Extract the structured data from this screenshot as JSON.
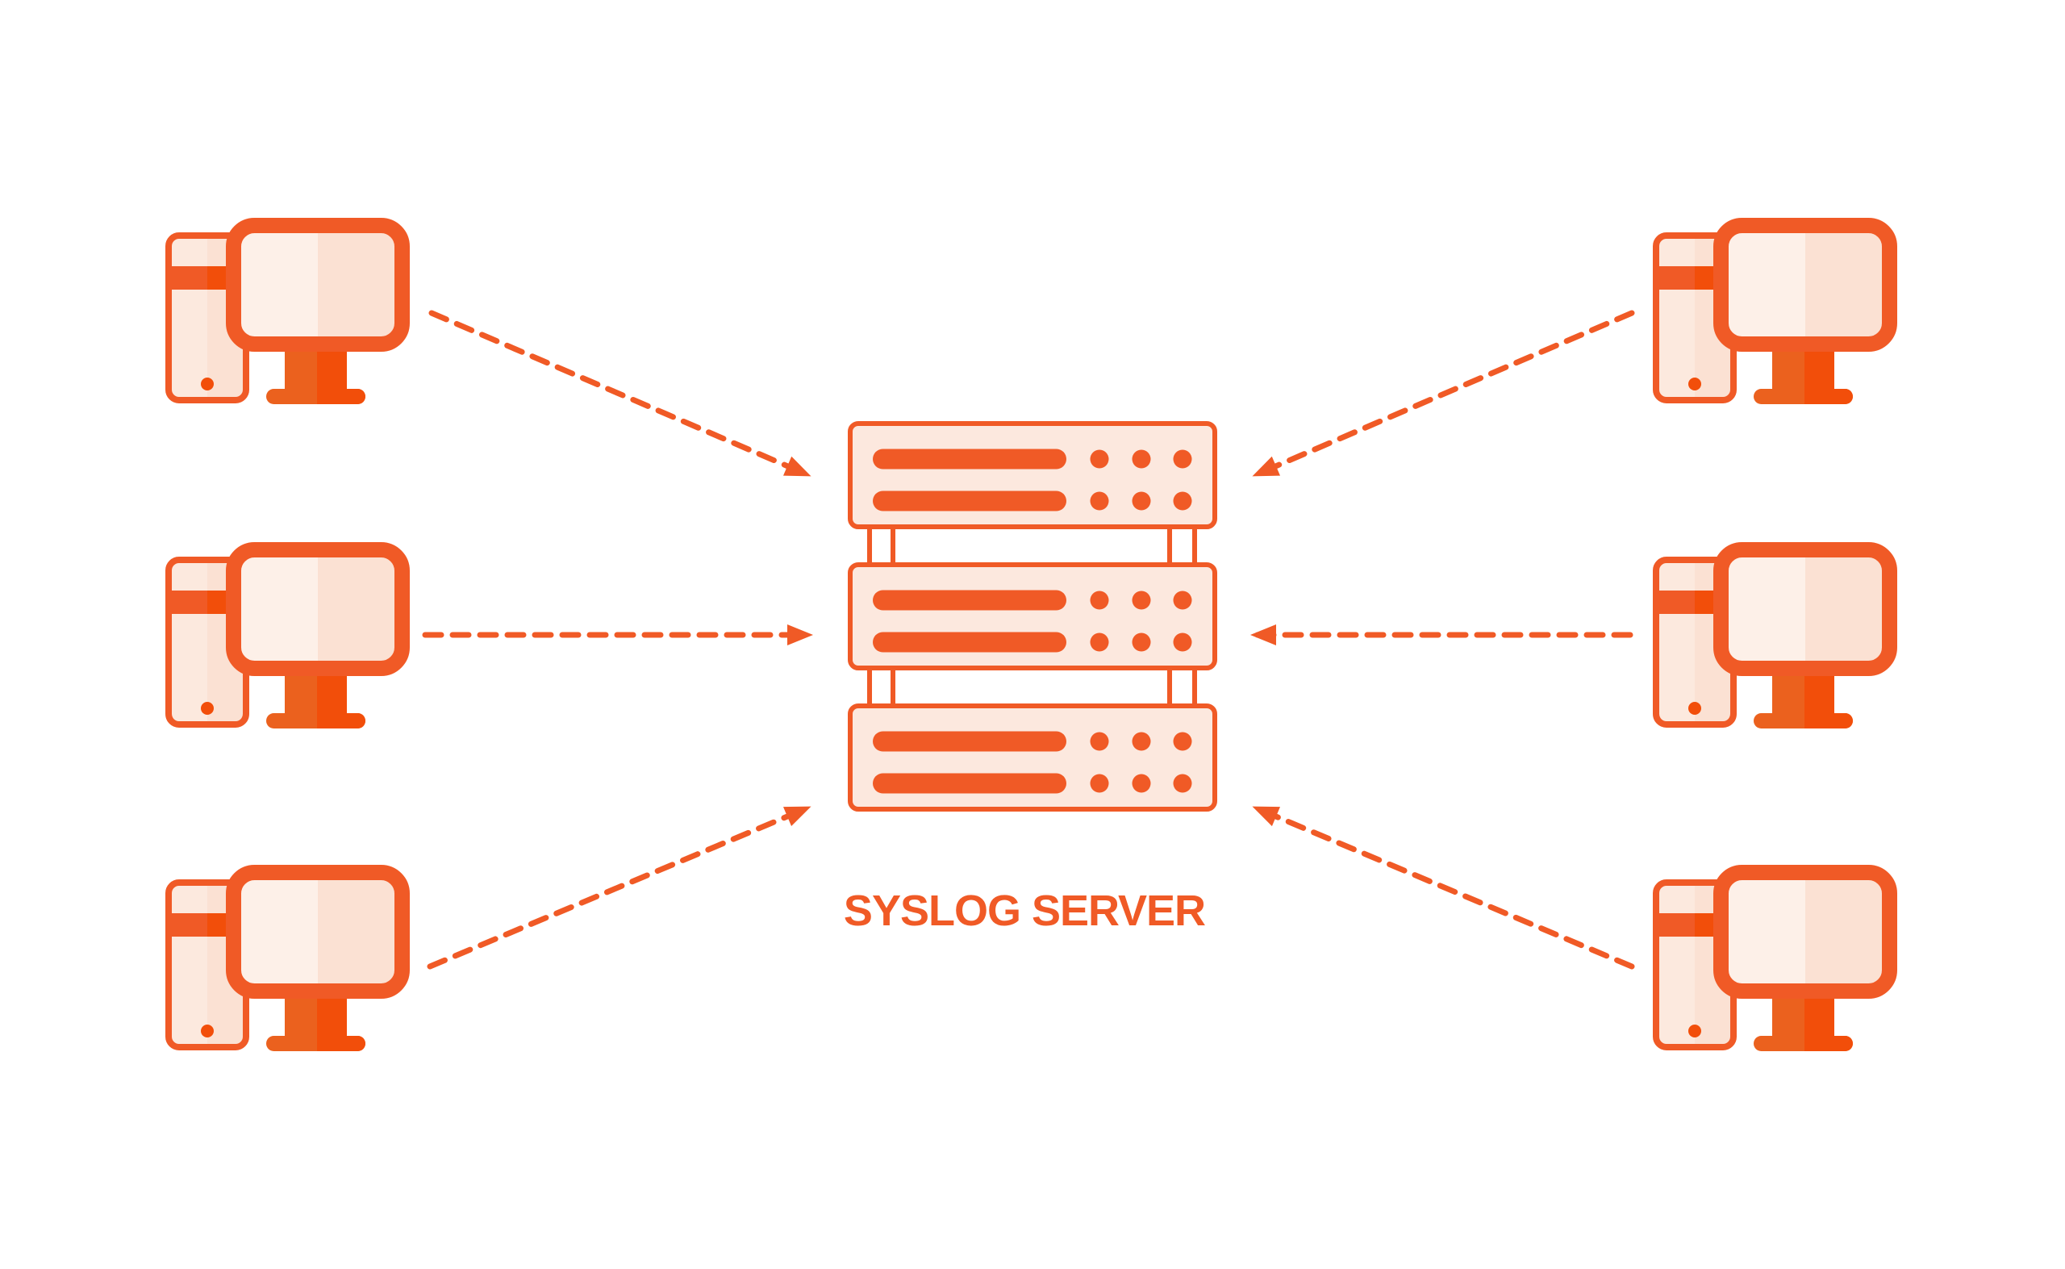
{
  "diagram": {
    "server_label": "SYSLOG SERVER",
    "server": {
      "icon": "server-rack-icon",
      "rack_units": 3,
      "bars_per_unit": 2,
      "leds_per_unit": 6
    },
    "clients": [
      {
        "id": "client-left-top",
        "icon": "desktop-computer-icon",
        "side": "left",
        "row": "top"
      },
      {
        "id": "client-left-middle",
        "icon": "desktop-computer-icon",
        "side": "left",
        "row": "middle"
      },
      {
        "id": "client-left-bottom",
        "icon": "desktop-computer-icon",
        "side": "left",
        "row": "bottom"
      },
      {
        "id": "client-right-top",
        "icon": "desktop-computer-icon",
        "side": "right",
        "row": "top"
      },
      {
        "id": "client-right-middle",
        "icon": "desktop-computer-icon",
        "side": "right",
        "row": "middle"
      },
      {
        "id": "client-right-bottom",
        "icon": "desktop-computer-icon",
        "side": "right",
        "row": "bottom"
      }
    ],
    "connections": [
      {
        "from": "client-left-top",
        "to": "syslog-server",
        "style": "dashed-arrow"
      },
      {
        "from": "client-left-middle",
        "to": "syslog-server",
        "style": "dashed-arrow"
      },
      {
        "from": "client-left-bottom",
        "to": "syslog-server",
        "style": "dashed-arrow"
      },
      {
        "from": "client-right-top",
        "to": "syslog-server",
        "style": "dashed-arrow"
      },
      {
        "from": "client-right-middle",
        "to": "syslog-server",
        "style": "dashed-arrow"
      },
      {
        "from": "client-right-bottom",
        "to": "syslog-server",
        "style": "dashed-arrow"
      }
    ]
  },
  "colors": {
    "background": "#FFFFFF",
    "accent": "#F05A26",
    "accent_deep": "#F24E0A",
    "accent_muted": "#EB611E",
    "fill_light": "#FDF0E8",
    "fill_light2": "#FCE9DE",
    "fill_mid": "#FCE8DE",
    "fill_shade": "#FBE1D3"
  }
}
